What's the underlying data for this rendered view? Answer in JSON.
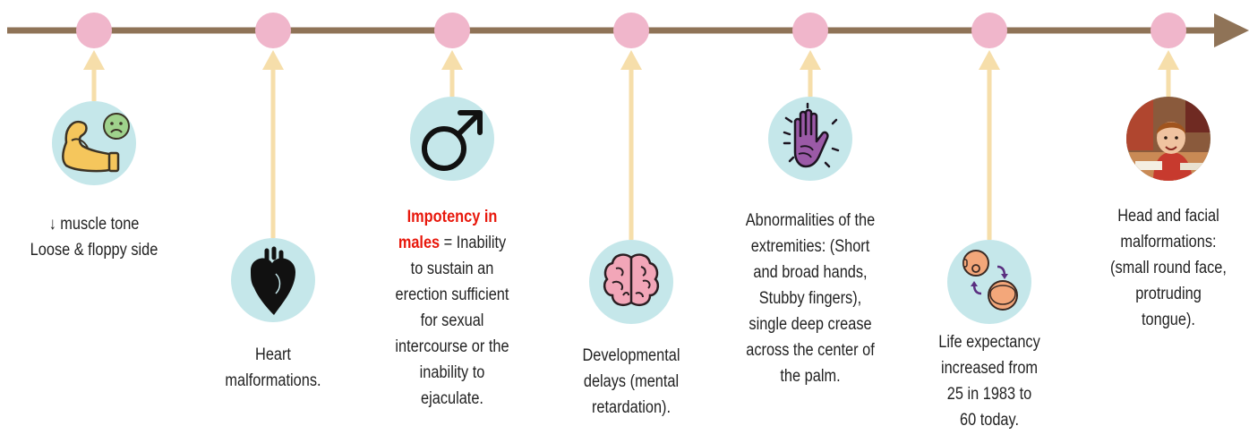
{
  "colors": {
    "axis": "#8f7357",
    "marker": "#f0b6cb",
    "connector": "#f6deaa",
    "icon_bg": "#c5e7ea",
    "emphasis": "#e8180c"
  },
  "items": [
    {
      "icon": "flexed-arm-sad-face-icon",
      "lines": [
        "↓ muscle tone",
        "Loose & floppy side"
      ]
    },
    {
      "icon": "heart-icon",
      "lines": [
        "Heart",
        "malformations."
      ]
    },
    {
      "icon": "male-symbol-icon",
      "emphasis_lines": [
        "Impotency in",
        "males"
      ],
      "emphasis_tail": " = Inability",
      "lines": [
        "to sustain an",
        "erection sufficient",
        "for sexual",
        "intercourse or the",
        "inability to",
        "ejaculate."
      ]
    },
    {
      "icon": "brain-icon",
      "lines": [
        "Developmental",
        "delays (mental",
        "retardation)."
      ]
    },
    {
      "icon": "raised-palm-icon",
      "lines": [
        "Abnormalities of the",
        "extremities: (Short",
        "and broad hands,",
        "Stubby fingers),",
        "single deep crease",
        "across the center of",
        "the palm."
      ]
    },
    {
      "icon": "aging-faces-cycle-icon",
      "lines": [
        "Life expectancy",
        "increased from",
        "25 in 1983 to",
        "60 today."
      ]
    },
    {
      "icon": "child-photo-icon",
      "lines": [
        "Head and facial",
        "malformations:",
        "(small round face,",
        "protruding",
        "tongue)."
      ]
    }
  ]
}
